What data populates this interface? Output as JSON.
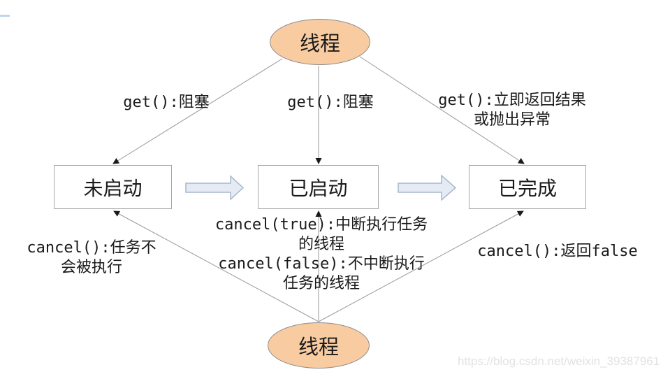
{
  "diagram": {
    "source_node_top": {
      "label": "线程"
    },
    "source_node_bottom": {
      "label": "线程"
    },
    "states": [
      {
        "label": "未启动"
      },
      {
        "label": "已启动"
      },
      {
        "label": "已完成"
      }
    ],
    "edges": {
      "top_left": "get():阻塞",
      "top_mid": "get():阻塞",
      "top_right": "get():立即返回结果\n或抛出异常",
      "bottom_left": "cancel():任务不\n会被执行",
      "bottom_mid": "cancel(true):中断执行任务\n的线程\ncancel(false):不中断执行\n任务的线程",
      "bottom_right": "cancel():返回false"
    },
    "colors": {
      "node_fill": "#F8CBA1",
      "node_stroke": "#8C8C8C",
      "block_arrow_fill": "#E4EBF5",
      "block_arrow_stroke": "#A8B7CC",
      "connector": "#999999",
      "tick_color": "#BDD7EE"
    }
  },
  "watermark": "https://blog.csdn.net/weixin_39387961"
}
